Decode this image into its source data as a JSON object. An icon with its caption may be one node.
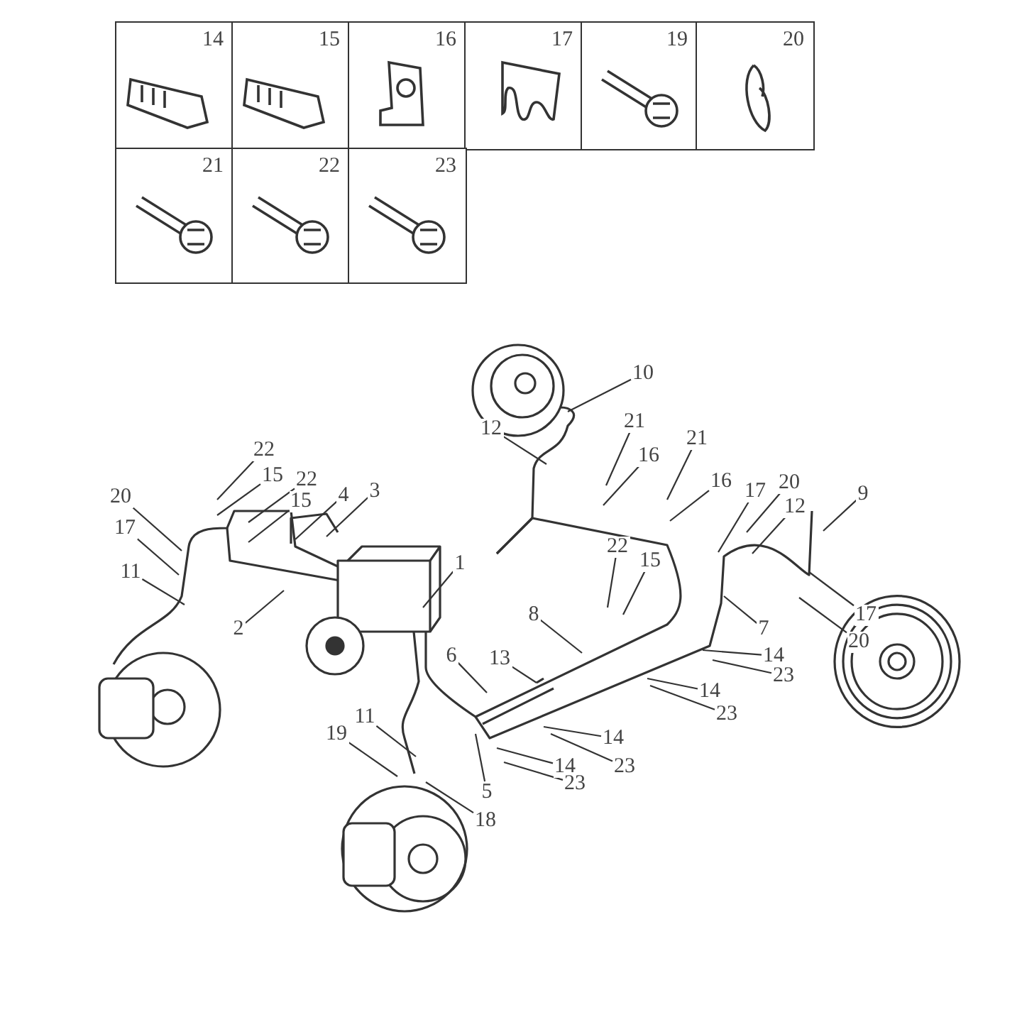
{
  "diagram": {
    "nodes": [
      {
        "text": [
          "10"
        ]
      },
      {
        "text": [
          "12"
        ]
      },
      {
        "text": [
          "21"
        ]
      },
      {
        "text": [
          "21"
        ]
      },
      {
        "text": [
          "16"
        ]
      },
      {
        "text": [
          "22"
        ]
      },
      {
        "text": [
          "16"
        ]
      },
      {
        "text": [
          "20"
        ]
      },
      {
        "text": [
          "15"
        ]
      },
      {
        "text": [
          "22"
        ]
      },
      {
        "text": [
          "17"
        ]
      },
      {
        "text": [
          "12"
        ]
      },
      {
        "text": [
          "9"
        ]
      },
      {
        "text": [
          "4"
        ]
      },
      {
        "text": [
          "3"
        ]
      },
      {
        "text": [
          "15"
        ]
      },
      {
        "text": [
          "20"
        ]
      },
      {
        "text": [
          "17"
        ]
      },
      {
        "text": [
          "22"
        ]
      },
      {
        "text": [
          "15"
        ]
      },
      {
        "text": [
          "1"
        ]
      },
      {
        "text": [
          "11"
        ]
      },
      {
        "text": [
          "8"
        ]
      },
      {
        "text": [
          "17"
        ]
      },
      {
        "text": [
          "2"
        ]
      },
      {
        "text": [
          "7"
        ]
      },
      {
        "text": [
          "20"
        ]
      },
      {
        "text": [
          "14"
        ]
      },
      {
        "text": [
          "6"
        ]
      },
      {
        "text": [
          "13"
        ]
      },
      {
        "text": [
          "23"
        ]
      },
      {
        "text": [
          "14"
        ]
      },
      {
        "text": [
          "23"
        ]
      },
      {
        "text": [
          "11"
        ]
      },
      {
        "text": [
          "19"
        ]
      },
      {
        "text": [
          "14"
        ]
      },
      {
        "text": [
          "23"
        ]
      },
      {
        "text": [
          "14"
        ]
      },
      {
        "text": [
          "23"
        ]
      },
      {
        "text": [
          "5"
        ]
      },
      {
        "text": [
          "18"
        ]
      }
    ],
    "edges": [
      {
        "from": 0,
        "to": null,
        "arrow": "none"
      },
      {
        "from": 1,
        "to": null,
        "arrow": "none"
      },
      {
        "from": 2,
        "to": null,
        "arrow": "none"
      },
      {
        "from": 3,
        "to": null,
        "arrow": "none"
      },
      {
        "from": 4,
        "to": null,
        "arrow": "none"
      },
      {
        "from": 5,
        "to": null,
        "arrow": "none"
      },
      {
        "from": 6,
        "to": null,
        "arrow": "none"
      },
      {
        "from": 7,
        "to": null,
        "arrow": "none"
      },
      {
        "from": 8,
        "to": null,
        "arrow": "none"
      },
      {
        "from": 9,
        "to": null,
        "arrow": "none"
      },
      {
        "from": 10,
        "to": null,
        "arrow": "none"
      },
      {
        "from": 11,
        "to": null,
        "arrow": "none"
      },
      {
        "from": 12,
        "to": null,
        "arrow": "none"
      },
      {
        "from": 13,
        "to": null,
        "arrow": "none"
      },
      {
        "from": 14,
        "to": null,
        "arrow": "none"
      },
      {
        "from": 15,
        "to": null,
        "arrow": "none"
      },
      {
        "from": 16,
        "to": null,
        "arrow": "none"
      },
      {
        "from": 17,
        "to": null,
        "arrow": "none"
      },
      {
        "from": 18,
        "to": null,
        "arrow": "none"
      },
      {
        "from": 19,
        "to": null,
        "arrow": "none"
      },
      {
        "from": 20,
        "to": null,
        "arrow": "none"
      },
      {
        "from": 21,
        "to": null,
        "arrow": "none"
      },
      {
        "from": 22,
        "to": null,
        "arrow": "none"
      },
      {
        "from": 23,
        "to": null,
        "arrow": "none"
      },
      {
        "from": 24,
        "to": null,
        "arrow": "none"
      },
      {
        "from": 25,
        "to": null,
        "arrow": "none"
      },
      {
        "from": 26,
        "to": null,
        "arrow": "none"
      },
      {
        "from": 27,
        "to": null,
        "arrow": "none"
      },
      {
        "from": 28,
        "to": null,
        "arrow": "none"
      },
      {
        "from": 29,
        "to": null,
        "arrow": "none"
      },
      {
        "from": 30,
        "to": null,
        "arrow": "none"
      },
      {
        "from": 31,
        "to": null,
        "arrow": "none"
      },
      {
        "from": 32,
        "to": null,
        "arrow": "none"
      },
      {
        "from": 33,
        "to": null,
        "arrow": "none"
      },
      {
        "from": 34,
        "to": null,
        "arrow": "none"
      },
      {
        "from": 35,
        "to": null,
        "arrow": "none"
      },
      {
        "from": 36,
        "to": null,
        "arrow": "none"
      },
      {
        "from": 37,
        "to": null,
        "arrow": "none"
      },
      {
        "from": 38,
        "to": null,
        "arrow": "none"
      },
      {
        "from": 39,
        "to": null,
        "arrow": "none"
      },
      {
        "from": 40,
        "to": null,
        "arrow": "none"
      }
    ],
    "labels": [
      "14",
      "15",
      "16",
      "17",
      "19",
      "20",
      "21",
      "22",
      "23"
    ]
  }
}
